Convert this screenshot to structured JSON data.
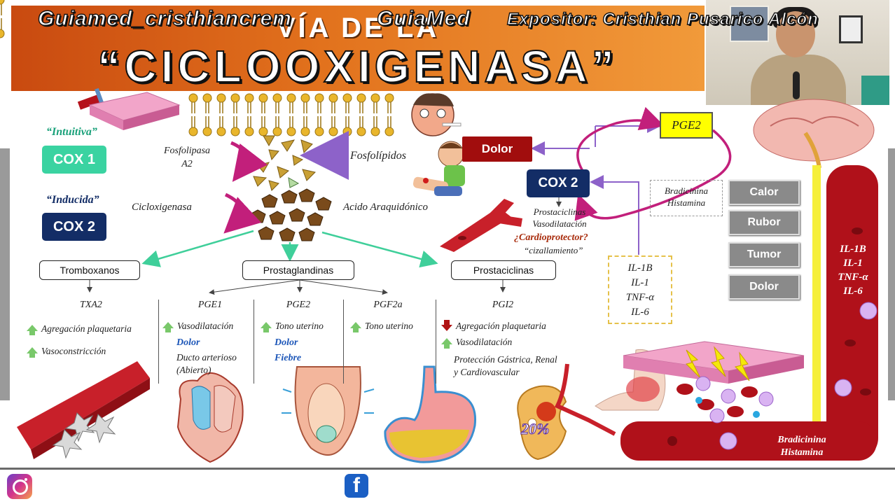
{
  "title": {
    "line1": "VÍA DE LA",
    "line2": "“CICLOOXIGENASA”"
  },
  "legend": {
    "intuitiva_label": "“Intuitiva”",
    "cox1_label": "COX 1",
    "inducida_label": "“Inducida”",
    "cox2_label": "COX 2"
  },
  "pathway": {
    "fosfolipasa": "Fosfolipasa\nA2",
    "fosfolipidos": "Fosfolípidos",
    "cicloxigenasa": "Cicloxigenasa",
    "acido": "Acido Araquidónico"
  },
  "inflammation": {
    "dolor_box": "Dolor",
    "cox2_box": "COX 2",
    "pge2_box": "PGE2",
    "bradicinina_box": [
      "Bradicinina",
      "Histamina"
    ],
    "cox2_effects": [
      "Prostaciclinas",
      "Vasodilatación"
    ],
    "cardioprotector": "¿Cardioprotector?",
    "cizallamiento": "“cizallamiento”",
    "interleukins": [
      "IL-1B",
      "IL-1",
      "TNF-α",
      "IL-6"
    ]
  },
  "signs": [
    "Calor",
    "Rubor",
    "Tumor",
    "Dolor"
  ],
  "vessel_labels": {
    "interleukins": [
      "IL-1B",
      "IL-1",
      "TNF-α",
      "IL-6"
    ],
    "bradicinina": [
      "Bradicinina",
      "Histamina"
    ]
  },
  "classes": {
    "tromboxanos": {
      "label": "Tromboxanos",
      "sub": "TXA2",
      "effects": [
        {
          "dir": "up",
          "text": "Agregación plaquetaria"
        },
        {
          "dir": "up",
          "text": "Vasoconstricción"
        }
      ]
    },
    "prostaglandinas": {
      "label": "Prostaglandinas",
      "subs": [
        {
          "name": "PGE1",
          "effects": [
            {
              "dir": "up",
              "text": "Vasodilatación"
            }
          ],
          "highlight": [
            "Dolor"
          ],
          "extra": [
            "Ducto arterioso",
            "(Abierto)"
          ]
        },
        {
          "name": "PGE2",
          "effects": [
            {
              "dir": "up",
              "text": "Tono uterino"
            }
          ],
          "highlight": [
            "Dolor",
            "Fiebre"
          ]
        },
        {
          "name": "PGF2a",
          "effects": [
            {
              "dir": "up",
              "text": "Tono uterino"
            }
          ]
        }
      ]
    },
    "prostaciclinas": {
      "label": "Prostaciclinas",
      "sub": "PGI2",
      "effects": [
        {
          "dir": "down",
          "text": "Agregación plaquetaria"
        },
        {
          "dir": "up",
          "text": "Vasodilatación"
        }
      ],
      "extra": [
        "Protección Gástrica, Renal",
        "y Cardiovascular"
      ]
    }
  },
  "kidney_percent": "20%",
  "footer": {
    "instagram": "Guiamed_cristhiancrem",
    "facebook": "GuiaMed",
    "expositor": "Expositor: Cristhian Pusarico Alcón",
    "fb_letter": "f"
  },
  "colors": {
    "banner": "#e2721d",
    "cox1": "#3ad3a1",
    "cox2": "#132d66",
    "dolor": "#a10d0d",
    "pge2": "#ffff00",
    "arrow_green": "#3fcf9a",
    "arrow_pink": "#c21f7b",
    "arrow_purple": "#8d62c9",
    "vessel": "#b0111a"
  },
  "icons": [
    "instagram-icon",
    "facebook-icon",
    "hammer-icon",
    "phospholipid-bilayer-icon",
    "sick-face-icon",
    "crying-child-icon",
    "blood-vessel-icon",
    "brain-icon",
    "heart-icon",
    "uterus-icon",
    "stomach-icon",
    "kidney-icon",
    "foot-icon",
    "platelets-icon",
    "up-arrow-icon",
    "down-arrow-icon"
  ]
}
